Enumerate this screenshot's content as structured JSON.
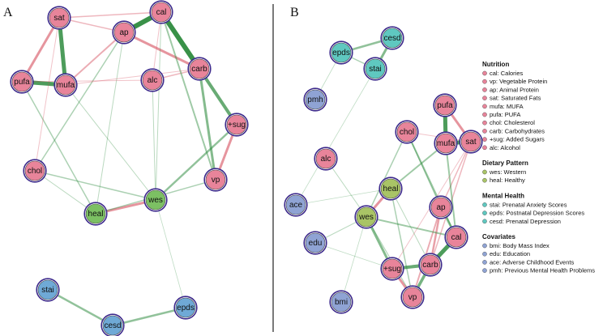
{
  "panels": [
    {
      "label": "A",
      "nodes": [
        {
          "id": "sat",
          "group": "nutrition"
        },
        {
          "id": "ap",
          "group": "nutrition"
        },
        {
          "id": "cal",
          "group": "nutrition"
        },
        {
          "id": "pufa",
          "group": "nutrition"
        },
        {
          "id": "mufa",
          "group": "nutrition"
        },
        {
          "id": "alc",
          "group": "nutrition"
        },
        {
          "id": "carb",
          "group": "nutrition"
        },
        {
          "id": "+sug",
          "group": "nutrition"
        },
        {
          "id": "chol",
          "group": "nutrition"
        },
        {
          "id": "vp",
          "group": "nutrition"
        },
        {
          "id": "heal",
          "group": "dietary"
        },
        {
          "id": "wes",
          "group": "dietary"
        },
        {
          "id": "stai",
          "group": "mental"
        },
        {
          "id": "cesd",
          "group": "mental"
        },
        {
          "id": "epds",
          "group": "mental"
        }
      ],
      "edges": [
        {
          "from": "sat",
          "to": "mufa",
          "sign": "pos",
          "weight": 5
        },
        {
          "from": "pufa",
          "to": "mufa",
          "sign": "pos",
          "weight": 5
        },
        {
          "from": "ap",
          "to": "cal",
          "sign": "pos",
          "weight": 6
        },
        {
          "from": "cal",
          "to": "carb",
          "sign": "pos",
          "weight": 6
        },
        {
          "from": "carb",
          "to": "+sug",
          "sign": "pos",
          "weight": 4
        },
        {
          "from": "sat",
          "to": "pufa",
          "sign": "neg",
          "weight": 3
        },
        {
          "from": "+sug",
          "to": "vp",
          "sign": "neg",
          "weight": 3
        },
        {
          "from": "ap",
          "to": "carb",
          "sign": "neg",
          "weight": 3
        },
        {
          "from": "ap",
          "to": "mufa",
          "sign": "neg",
          "weight": 2
        },
        {
          "from": "sat",
          "to": "ap",
          "sign": "neg",
          "weight": 1.5
        },
        {
          "from": "sat",
          "to": "cal",
          "sign": "neg",
          "weight": 1.5
        },
        {
          "from": "cal",
          "to": "alc",
          "sign": "neg",
          "weight": 1
        },
        {
          "from": "alc",
          "to": "carb",
          "sign": "neg",
          "weight": 1.5
        },
        {
          "from": "heal",
          "to": "wes",
          "sign": "neg",
          "weight": 3
        },
        {
          "from": "carb",
          "to": "vp",
          "sign": "pos",
          "weight": 3
        },
        {
          "from": "cal",
          "to": "vp",
          "sign": "pos",
          "weight": 2
        },
        {
          "from": "wes",
          "to": "+sug",
          "sign": "pos",
          "weight": 2.5
        },
        {
          "from": "chol",
          "to": "ap",
          "sign": "pos",
          "weight": 1.5
        },
        {
          "from": "heal",
          "to": "vp",
          "sign": "pos",
          "weight": 1.5
        },
        {
          "from": "heal",
          "to": "pufa",
          "sign": "pos",
          "weight": 1.5
        },
        {
          "from": "heal",
          "to": "ap",
          "sign": "pos",
          "weight": 1
        },
        {
          "from": "wes",
          "to": "chol",
          "sign": "pos",
          "weight": 1.5
        },
        {
          "from": "wes",
          "to": "cal",
          "sign": "pos",
          "weight": 1
        },
        {
          "from": "wes",
          "to": "alc",
          "sign": "pos",
          "weight": 1
        },
        {
          "from": "chol",
          "to": "sat",
          "sign": "neg",
          "weight": 1
        },
        {
          "from": "heal",
          "to": "chol",
          "sign": "pos",
          "weight": 1
        },
        {
          "from": "wes",
          "to": "mufa",
          "sign": "pos",
          "weight": 1
        },
        {
          "from": "stai",
          "to": "cesd",
          "sign": "pos",
          "weight": 2.5
        },
        {
          "from": "cesd",
          "to": "epds",
          "sign": "pos",
          "weight": 2.5
        },
        {
          "from": "wes",
          "to": "epds",
          "sign": "pos",
          "weight": 0.8
        },
        {
          "from": "pufa",
          "to": "alc",
          "sign": "neg",
          "weight": 1
        },
        {
          "from": "mufa",
          "to": "carb",
          "sign": "neg",
          "weight": 1
        }
      ]
    },
    {
      "label": "B",
      "nodes": [
        {
          "id": "cesd",
          "group": "mental"
        },
        {
          "id": "epds",
          "group": "mental"
        },
        {
          "id": "stai",
          "group": "mental"
        },
        {
          "id": "pmh",
          "group": "covariates"
        },
        {
          "id": "pufa",
          "group": "nutrition"
        },
        {
          "id": "chol",
          "group": "nutrition"
        },
        {
          "id": "mufa",
          "group": "nutrition"
        },
        {
          "id": "sat",
          "group": "nutrition"
        },
        {
          "id": "alc",
          "group": "nutrition"
        },
        {
          "id": "heal",
          "group": "dietary"
        },
        {
          "id": "ace",
          "group": "covariates"
        },
        {
          "id": "ap",
          "group": "nutrition"
        },
        {
          "id": "wes",
          "group": "dietary"
        },
        {
          "id": "cal",
          "group": "nutrition"
        },
        {
          "id": "edu",
          "group": "covariates"
        },
        {
          "id": "+sug",
          "group": "nutrition"
        },
        {
          "id": "carb",
          "group": "nutrition"
        },
        {
          "id": "vp",
          "group": "nutrition"
        },
        {
          "id": "bmi",
          "group": "covariates"
        }
      ],
      "edges": [
        {
          "from": "cesd",
          "to": "stai",
          "sign": "pos",
          "weight": 3
        },
        {
          "from": "epds",
          "to": "cesd",
          "sign": "pos",
          "weight": 2.5
        },
        {
          "from": "epds",
          "to": "stai",
          "sign": "pos",
          "weight": 1.5
        },
        {
          "from": "pufa",
          "to": "mufa",
          "sign": "pos",
          "weight": 5
        },
        {
          "from": "mufa",
          "to": "sat",
          "sign": "pos",
          "weight": 5
        },
        {
          "from": "pufa",
          "to": "sat",
          "sign": "neg",
          "weight": 3
        },
        {
          "from": "cal",
          "to": "carb",
          "sign": "pos",
          "weight": 5
        },
        {
          "from": "carb",
          "to": "+sug",
          "sign": "pos",
          "weight": 4
        },
        {
          "from": "carb",
          "to": "vp",
          "sign": "pos",
          "weight": 3.5
        },
        {
          "from": "vp",
          "to": "+sug",
          "sign": "neg",
          "weight": 3
        },
        {
          "from": "wes",
          "to": "+sug",
          "sign": "pos",
          "weight": 3
        },
        {
          "from": "heal",
          "to": "wes",
          "sign": "neg",
          "weight": 3
        },
        {
          "from": "ap",
          "to": "cal",
          "sign": "pos",
          "weight": 2.5
        },
        {
          "from": "ap",
          "to": "carb",
          "sign": "neg",
          "weight": 2.5
        },
        {
          "from": "ap",
          "to": "vp",
          "sign": "neg",
          "weight": 2
        },
        {
          "from": "sat",
          "to": "ap",
          "sign": "neg",
          "weight": 1.5
        },
        {
          "from": "sat",
          "to": "carb",
          "sign": "neg",
          "weight": 1.5
        },
        {
          "from": "mufa",
          "to": "cal",
          "sign": "pos",
          "weight": 2
        },
        {
          "from": "chol",
          "to": "cal",
          "sign": "pos",
          "weight": 2
        },
        {
          "from": "chol",
          "to": "ap",
          "sign": "pos",
          "weight": 1.5
        },
        {
          "from": "heal",
          "to": "mufa",
          "sign": "pos",
          "weight": 2
        },
        {
          "from": "heal",
          "to": "vp",
          "sign": "pos",
          "weight": 1.5
        },
        {
          "from": "wes",
          "to": "cal",
          "sign": "pos",
          "weight": 2
        },
        {
          "from": "wes",
          "to": "chol",
          "sign": "pos",
          "weight": 1.5
        },
        {
          "from": "wes",
          "to": "vp",
          "sign": "pos",
          "weight": 1.2
        },
        {
          "from": "sat",
          "to": "chol",
          "sign": "neg",
          "weight": 1
        },
        {
          "from": "alc",
          "to": "wes",
          "sign": "pos",
          "weight": 1
        },
        {
          "from": "edu",
          "to": "wes",
          "sign": "pos",
          "weight": 1
        },
        {
          "from": "ace",
          "to": "heal",
          "sign": "pos",
          "weight": 0.8
        },
        {
          "from": "edu",
          "to": "+sug",
          "sign": "pos",
          "weight": 0.8
        },
        {
          "from": "pmh",
          "to": "epds",
          "sign": "pos",
          "weight": 0.8
        },
        {
          "from": "bmi",
          "to": "wes",
          "sign": "pos",
          "weight": 0.8
        },
        {
          "from": "ace",
          "to": "stai",
          "sign": "pos",
          "weight": 0.8
        },
        {
          "from": "sat",
          "to": "+sug",
          "sign": "neg",
          "weight": 1
        },
        {
          "from": "heal",
          "to": "carb",
          "sign": "pos",
          "weight": 1
        }
      ]
    }
  ],
  "legend": [
    {
      "title": "Nutrition",
      "group": "nutrition",
      "items": [
        "cal: Calories",
        "vp: Vegetable Protein",
        "ap: Animal Protein",
        "sat: Saturated Fats",
        "mufa: MUFA",
        "pufa: PUFA",
        "chol: Cholesterol",
        "carb: Carbohydrates",
        "+sug: Added Sugars",
        "alc: Alcohol"
      ]
    },
    {
      "title": "Dietary Pattern",
      "group": "dietary",
      "items": [
        "wes: Western",
        "heal: Healthy"
      ]
    },
    {
      "title": "Mental Health",
      "group": "mental",
      "items": [
        "stai: Prenatal Anxiety Scores",
        "epds: Postnatal Depression Scores",
        "cesd: Prenatal Depression"
      ]
    },
    {
      "title": "Covariates",
      "group": "covariates",
      "items": [
        "bmi: Body Mass Index",
        "edu: Education",
        "ace: Adverse Childhood Events",
        "pmh: Previous Mental Health Problems"
      ]
    }
  ],
  "colors": {
    "nutrition": "#e8849a",
    "dietary": "#7cc063",
    "mental": "#5fc8c0",
    "mental_a": "#6fa9d6",
    "covariates": "#8fa3d4",
    "dietary_b": "#a9c466",
    "positive_edge": "#2e8b3e",
    "negative_edge": "#d44a5a",
    "ring": "#3d2a8c"
  }
}
